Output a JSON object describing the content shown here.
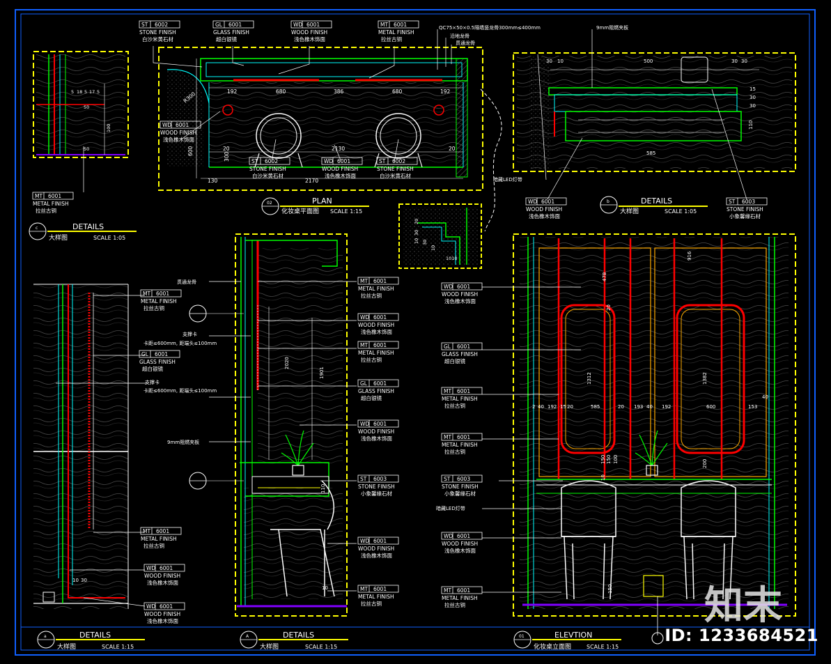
{
  "callouts": {
    "st6002_top": {
      "code": "ST",
      "num": "6002",
      "t1": "STONE FINISH",
      "t2": "白沙米黄石材"
    },
    "gl6001_top": {
      "code": "GL",
      "num": "6001",
      "t1": "GLASS FINISH",
      "t2": "超白银镜"
    },
    "wd6001_top": {
      "code": "WD",
      "num": "6001",
      "t1": "WOOD FINISH",
      "t2": "浅色橡木饰面"
    },
    "mt6001_top": {
      "code": "MT",
      "num": "6001",
      "t1": "METAL FINISH",
      "t2": "拉丝古铜"
    },
    "wd6001_plan": {
      "code": "WD",
      "num": "6001",
      "t1": "WOOD FINISH",
      "t2": "浅色橡木饰面"
    },
    "st6002_plan1": {
      "code": "ST",
      "num": "6002",
      "t1": "STONE FINISH",
      "t2": "白沙米黄石材"
    },
    "wd6001_plan2": {
      "code": "WD",
      "num": "6001",
      "t1": "WOOD FINISH",
      "t2": "浅色橡木饰面"
    },
    "st6002_plan2": {
      "code": "ST",
      "num": "6002",
      "t1": "STONE FINISH",
      "t2": "白沙米黄石材"
    },
    "mt6001_c": {
      "code": "MT",
      "num": "6001",
      "t1": "METAL FINISH",
      "t2": "拉丝古铜"
    },
    "wd6001_b": {
      "code": "WD",
      "num": "6001",
      "t1": "WOOD FINISH",
      "t2": "浅色橡木饰面"
    },
    "st6003_b": {
      "code": "ST",
      "num": "6003",
      "t1": "STONE FINISH",
      "t2": "小象馨缘石材"
    },
    "l_mt1": {
      "code": "MT",
      "num": "6001",
      "t1": "METAL FINISH",
      "t2": "拉丝古铜"
    },
    "l_gl1": {
      "code": "GL",
      "num": "6001",
      "t1": "GLASS FINISH",
      "t2": "超白银镜"
    },
    "l_mt2": {
      "code": "MT",
      "num": "6001",
      "t1": "METAL FINISH",
      "t2": "拉丝古铜"
    },
    "l_wd1": {
      "code": "WD",
      "num": "6001",
      "t1": "WOOD FINISH",
      "t2": "浅色橡木饰面"
    },
    "l_wd2": {
      "code": "WD",
      "num": "6001",
      "t1": "WOOD FINISH",
      "t2": "浅色橡木饰面"
    },
    "m_mt1": {
      "code": "MT",
      "num": "6001",
      "t1": "METAL FINISH",
      "t2": "拉丝古铜"
    },
    "m_wd1": {
      "code": "WD",
      "num": "6001",
      "t1": "WOOD FINISH",
      "t2": "浅色橡木饰面"
    },
    "m_mt2": {
      "code": "MT",
      "num": "6001",
      "t1": "METAL FINISH",
      "t2": "拉丝古铜"
    },
    "m_gl1": {
      "code": "GL",
      "num": "6001",
      "t1": "GLASS FINISH",
      "t2": "超白银镜"
    },
    "m_wd2": {
      "code": "WD",
      "num": "6001",
      "t1": "WOOD FINISH",
      "t2": "浅色橡木饰面"
    },
    "m_st1": {
      "code": "ST",
      "num": "6003",
      "t1": "STONE FINISH",
      "t2": "小象馨缘石材"
    },
    "m_wd3": {
      "code": "WD",
      "num": "6001",
      "t1": "WOOD FINISH",
      "t2": "浅色橡木饰面"
    },
    "m_mt3": {
      "code": "MT",
      "num": "6001",
      "t1": "METAL FINISH",
      "t2": "拉丝古铜"
    },
    "e_wd1": {
      "code": "WD",
      "num": "6001",
      "t1": "WOOD FINISH",
      "t2": "浅色橡木饰面"
    },
    "e_gl1": {
      "code": "GL",
      "num": "6001",
      "t1": "GLASS FINISH",
      "t2": "超白银镜"
    },
    "e_mt1": {
      "code": "MT",
      "num": "6001",
      "t1": "METAL FINISH",
      "t2": "拉丝古铜"
    },
    "e_mt2": {
      "code": "MT",
      "num": "6001",
      "t1": "METAL FINISH",
      "t2": "拉丝古铜"
    },
    "e_st1": {
      "code": "ST",
      "num": "6003",
      "t1": "STONE FINISH",
      "t2": "小象馨缘石材"
    },
    "e_wd2": {
      "code": "WD",
      "num": "6001",
      "t1": "WOOD FINISH",
      "t2": "浅色橡木饰面"
    },
    "e_mt3": {
      "code": "MT",
      "num": "6001",
      "t1": "METAL FINISH",
      "t2": "拉丝古铜"
    }
  },
  "notes": {
    "qc": "QC75×50×0.5隔墙竖龙骨300mm≤400mm",
    "yandi": "沿地龙骨",
    "guantong": "贯通龙骨",
    "jiaban9_top": "9mm阻燃夹板",
    "led_b": "暗藏LED灯带",
    "guantong_m": "贯通龙骨",
    "zhicheng1": "支撑卡",
    "kaju1": "卡距≤600mm, 距端头≤100mm",
    "zhicheng2": "支撑卡",
    "kaju2": "卡距≤600mm, 距端头≤100mm",
    "jiaban9_m": "9mm阻燃夹板",
    "led_e": "暗藏LED灯带"
  },
  "titles": {
    "plan": {
      "num": "02",
      "en": "PLAN",
      "cn": "化妆桌平面图",
      "scale": "SCALE 1:15"
    },
    "det_c": {
      "num": "c",
      "en": "DETAILS",
      "cn": "大样图",
      "scale": "SCALE 1:05"
    },
    "det_b": {
      "num": "b",
      "en": "DETAILS",
      "cn": "大样图",
      "scale": "SCALE 1:05"
    },
    "det_a": {
      "num": "a",
      "en": "DETAILS",
      "cn": "大样图",
      "scale": "SCALE 1:15"
    },
    "det_A": {
      "num": "A",
      "en": "DETAILS",
      "cn": "大样图",
      "scale": "SCALE 1:15"
    },
    "elev": {
      "num": "01",
      "en": "ELEVTION",
      "cn": "化妆桌立面图",
      "scale": "SCALE 1:15"
    }
  },
  "dims": {
    "plan_top": [
      "192",
      "680",
      "386",
      "680",
      "192"
    ],
    "plan_mid": "2130",
    "plan_bottom": "2170",
    "plan_130": "130",
    "plan_20a": "20",
    "plan_20b": "20",
    "plan_600": "600",
    "plan_300": "300",
    "plan_r300": "R300",
    "c_dims": [
      "5",
      "18",
      "5",
      "17",
      "5",
      "50",
      "100",
      "50"
    ],
    "b_top": [
      "30",
      "10",
      "500",
      "30",
      "30"
    ],
    "b_585": "585",
    "b_110": "110",
    "b_side": [
      "15",
      "30",
      "30"
    ],
    "mini": [
      "1010",
      "20",
      "30",
      "10",
      "30",
      "10"
    ],
    "m_2020": "2020",
    "m_1901": "1901",
    "m_110": "110",
    "m_10": "10",
    "a_dims": [
      "10",
      "30"
    ],
    "e_row": [
      "2",
      "40",
      "192",
      "15",
      "20",
      "585",
      "20",
      "193",
      "40",
      "192",
      "600",
      "153",
      "40"
    ],
    "e_916": "916",
    "e_1312": "1312",
    "e_1382": "1382",
    "e_478": "478",
    "e_20a": "20",
    "e_200": "200",
    "e_150": "150",
    "e_side": [
      "10",
      "150",
      "150",
      "100"
    ]
  },
  "watermark": {
    "brand": "知末",
    "id": "ID: 1233684521"
  },
  "colors": {
    "yellow": "#ffff00",
    "green": "#00ff00",
    "red": "#ff0000",
    "cyan": "#00ffff",
    "white": "#ffffff",
    "blue": "#1060ff",
    "magenta": "#ff00ff",
    "orange": "#ff8000",
    "purple": "#8000ff"
  }
}
